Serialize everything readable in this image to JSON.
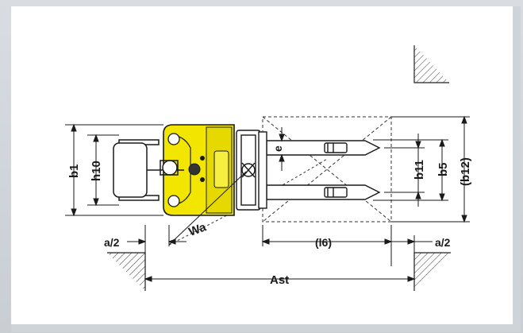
{
  "diagram": {
    "labels": {
      "b1": "b1",
      "h10": "h10",
      "wa": "Wa",
      "a2_left": "a/2",
      "l6": "(l6)",
      "a2_right": "a/2",
      "ast": "Ast",
      "e": "e",
      "b11": "b11",
      "b5": "b5",
      "b12": "(b12)"
    },
    "colors": {
      "chassis": "#f2e600",
      "chassis_dark": "#c8bd00",
      "line": "#1a1a1a",
      "background": "#ffffff"
    }
  }
}
